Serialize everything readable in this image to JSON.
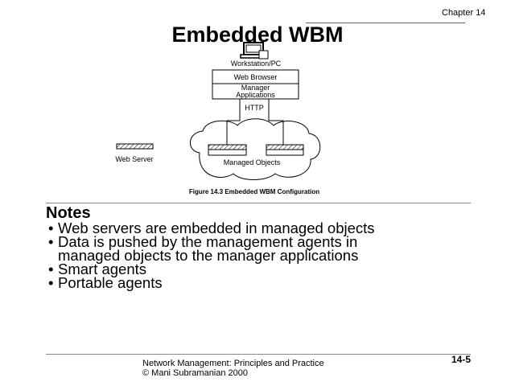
{
  "header": {
    "chapter": "Chapter 14",
    "title": "Embedded WBM"
  },
  "diagram": {
    "workstation_label": "Workstation/PC",
    "browser_label": "Web Browser",
    "manager_line1": "Manager",
    "manager_line2": "Applications",
    "http_label": "HTTP",
    "managed_objects_label": "Managed Objects",
    "legend_label": "Web Server",
    "caption": "Figure 14.3 Embedded WBM Configuration"
  },
  "notes": {
    "heading": "Notes",
    "items": [
      "Web servers are embedded in managed objects",
      "Data is pushed by the management agents in",
      "managed objects to the manager applications",
      "Smart agents",
      "Portable agents"
    ],
    "bullet": "•"
  },
  "footer": {
    "line1": "Network Management: Principles and Practice",
    "line2": "© Mani Subramanian 2000",
    "page": "14-5"
  }
}
